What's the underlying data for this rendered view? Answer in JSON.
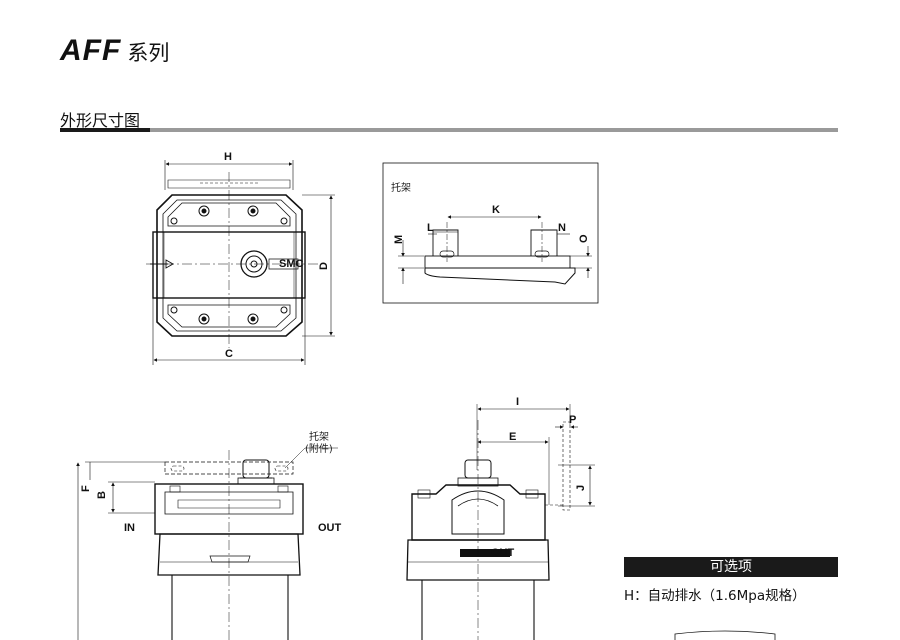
{
  "header": {
    "series_model": "AFF",
    "series_suffix": "系列"
  },
  "section": {
    "title": "外形尺寸图"
  },
  "dimensions": {
    "H": "H",
    "D": "D",
    "C": "C",
    "K": "K",
    "L": "L",
    "N": "N",
    "M": "M",
    "O": "O",
    "I": "I",
    "P": "P",
    "E": "E",
    "J": "J",
    "F": "F",
    "B": "B"
  },
  "labels": {
    "bracket": "托架",
    "bracket_callout_line1": "托架",
    "bracket_callout_line2": "(附件)",
    "port_in": "IN",
    "port_out": "OUT",
    "body_mark": "OUT"
  },
  "options": {
    "header": "可选项",
    "item_h": "H：自动排水（1.6Mpa规格）"
  }
}
